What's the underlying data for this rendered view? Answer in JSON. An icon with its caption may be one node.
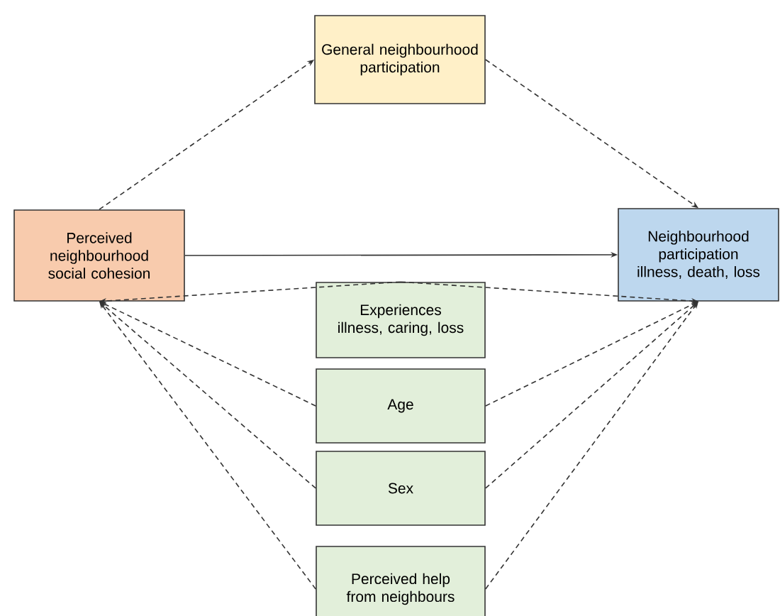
{
  "diagram": {
    "nodes": [
      {
        "text": [
          "General neighbourhood participation"
        ]
      },
      {
        "text": [
          "Perceived neighbourhood social cohesion"
        ]
      },
      {
        "text": [
          "Neighbourhood participation illness, death, loss"
        ]
      },
      {
        "text": [
          "Experiences illness, caring, loss"
        ]
      },
      {
        "text": [
          "Age"
        ]
      },
      {
        "text": [
          "Sex"
        ]
      },
      {
        "text": [
          "Perceived help from neighbours"
        ]
      }
    ],
    "edges": [
      {
        "from": 1,
        "to": 0,
        "arrow": "to",
        "style": "dashed"
      },
      {
        "from": 0,
        "to": 2,
        "arrow": "to",
        "style": "dashed"
      },
      {
        "from": 1,
        "to": 2,
        "arrow": "to"
      },
      {
        "from": 3,
        "to": 1,
        "arrow": "to",
        "style": "dashed"
      },
      {
        "from": 4,
        "to": 1,
        "arrow": "to",
        "style": "dashed"
      },
      {
        "from": 5,
        "to": 1,
        "arrow": "to",
        "style": "dashed"
      },
      {
        "from": 6,
        "to": 1,
        "arrow": "to",
        "style": "dashed"
      },
      {
        "from": 3,
        "to": 2,
        "arrow": "to",
        "style": "dashed"
      },
      {
        "from": 4,
        "to": 2,
        "arrow": "to",
        "style": "dashed"
      },
      {
        "from": 5,
        "to": 2,
        "arrow": "to",
        "style": "dashed"
      },
      {
        "from": 6,
        "to": 2,
        "arrow": "to",
        "style": "dashed"
      }
    ]
  }
}
